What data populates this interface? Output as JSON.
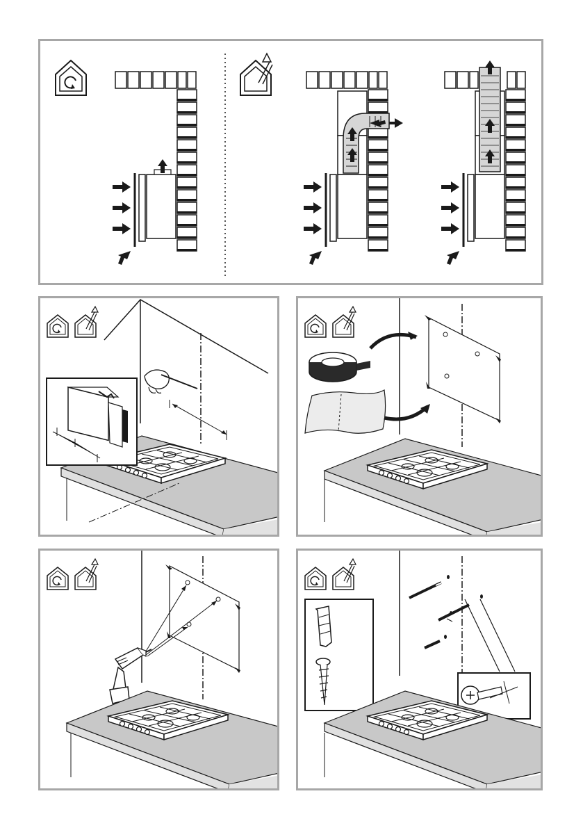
{
  "icons": {
    "recirculation": "recirculation-mode-icon",
    "extraction": "ducted-extraction-mode-icon"
  },
  "colors": {
    "frame": "#a7a7a7",
    "line": "#1a1a1a",
    "counter": "#c8c8c8",
    "wall_shadow": "#e2e2e2",
    "panel_fill": "#ffffff"
  },
  "panels": {
    "top": {
      "variants": [
        "recirculation",
        "extraction-duct",
        "extraction-chimney"
      ]
    },
    "mark": {
      "label": ""
    },
    "template": {
      "label": ""
    },
    "drill": {
      "label": ""
    },
    "plugs": {
      "label": ""
    }
  }
}
